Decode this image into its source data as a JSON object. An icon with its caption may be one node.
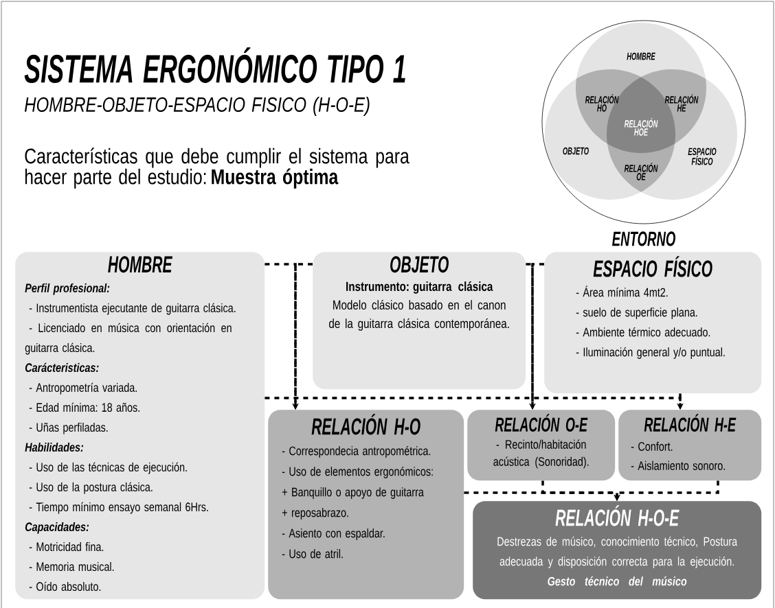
{
  "diagram": {
    "title": "SISTEMA ERGONÓMICO TIPO 1",
    "nodes": [
      {
        "text": [
          "HOMBRE",
          "Perfil profesional:",
          "- Instrumentista ejecutante de guitarra clásica.",
          "- Licenciado en música con orientación en guitarra clásica.",
          "Carácteristicas:",
          "- Antropometría variada.",
          "- Edad mínima: 18 años.",
          "- Uñas perfiladas.",
          "Habilidades:",
          "- Uso de las técnicas de ejecución.",
          "- Uso de la postura clásica.",
          "- Tiempo mínimo ensayo semanal 6Hrs.",
          "Capacidades:",
          "- Motricidad fina.",
          "- Memoria musical.",
          "- Oído absoluto."
        ]
      },
      {
        "text": [
          "OBJETO",
          "Instrumento: guitarra clásica",
          "Modelo clásico basado en el canon de la guitarra clásica contemporánea."
        ]
      },
      {
        "text": [
          "ESPACIO FÍSICO",
          "- Área mínima 4mt2.",
          "- suelo de superficie plana.",
          "- Ambiente térmico adecuado.",
          "- Iluminación general y/o puntual."
        ]
      },
      {
        "text": [
          "RELACIÓN H-O",
          "- Correspondecia antropométrica.",
          "- Uso de elementos ergonómicos:",
          "+ Banquillo o apoyo de guitarra",
          "+ reposabrazo.",
          "- Asiento con espaldar.",
          "- Uso de atril."
        ]
      },
      {
        "text": [
          "RELACIÓN O-E",
          "- Recinto/habitación acústica (Sonoridad)."
        ]
      },
      {
        "text": [
          "RELACIÓN H-E",
          "- Confort.",
          "- Aislamiento sonoro."
        ]
      },
      {
        "text": [
          "RELACIÓN H-O-E",
          "Destrezas de músico, conocimiento técnico, Postura adecuada y disposición correcta para la ejecución.",
          "Gesto técnico del músico"
        ]
      },
      {
        "text": [
          "ENTORNO"
        ]
      }
    ],
    "edges": [
      {
        "from": 0,
        "to": 3,
        "arrow": "to",
        "style": "dashed"
      },
      {
        "from": 1,
        "to": 3,
        "arrow": "to",
        "style": "dashed"
      },
      {
        "from": 0,
        "to": 5,
        "arrow": "to",
        "style": "dashed"
      },
      {
        "from": 2,
        "to": 5,
        "arrow": "to",
        "style": "dashed"
      },
      {
        "from": 1,
        "to": 4,
        "arrow": "to",
        "style": "dashed"
      },
      {
        "from": 2,
        "to": 4,
        "arrow": "to",
        "style": "dashed"
      },
      {
        "from": 3,
        "to": 6,
        "arrow": "to",
        "style": "dashed"
      },
      {
        "from": 4,
        "to": 6,
        "arrow": "to",
        "style": "dashed"
      },
      {
        "from": 5,
        "to": 6,
        "arrow": "to",
        "style": "dashed"
      }
    ],
    "labels": [
      "HOMBRE-OBJETO-ESPACIO FISICO (H-O-E)",
      "Características que debe cumplir el sistema para hacer parte del estudio: **Muestra óptima**",
      "HOMBRE",
      "RELACIÓN HO",
      "RELACIÓN HE",
      "RELACIÓN HOE",
      "OBJETO",
      "ESPACIO FÍSICO",
      "RELACIÓN OE"
    ]
  }
}
